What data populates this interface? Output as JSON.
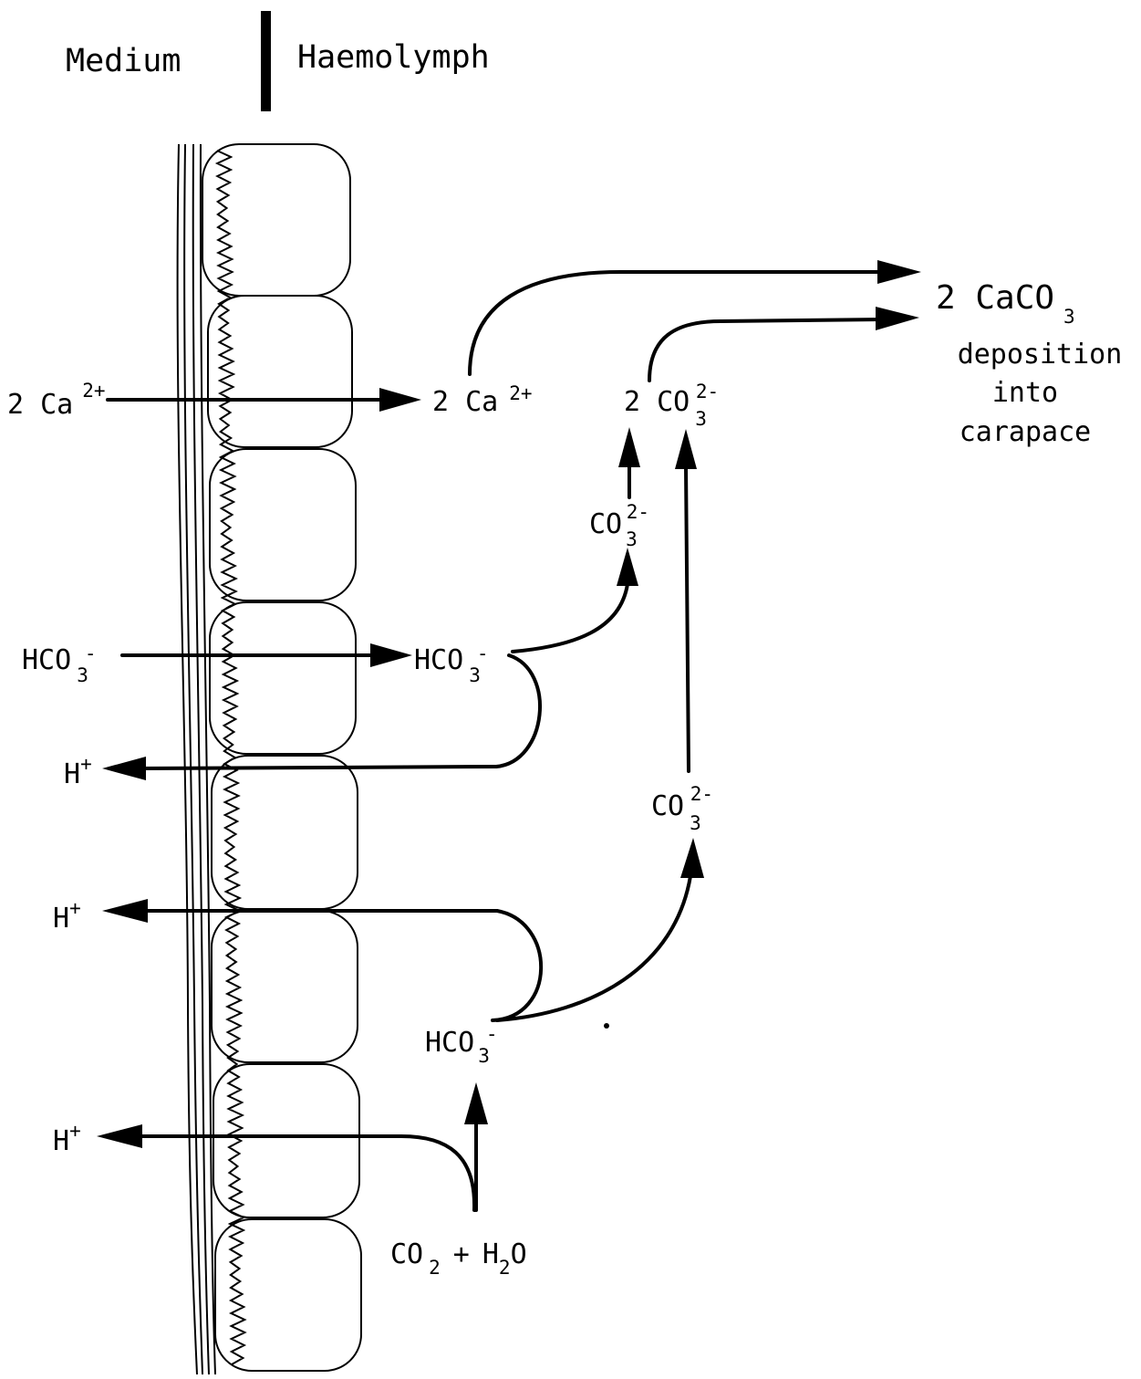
{
  "header": {
    "left_label": "Medium",
    "right_label": "Haemolymph"
  },
  "labels": {
    "ca_medium": {
      "coef": "2 Ca",
      "sup": "2+"
    },
    "ca_haemolymph": {
      "coef": "2 Ca",
      "sup": "2+"
    },
    "hco3_medium": {
      "base": "HCO",
      "sub": "3",
      "sup": "-"
    },
    "hco3_haemolymph": {
      "base": "HCO",
      "sub": "3",
      "sup": "-"
    },
    "h_plus_1": {
      "base": "H",
      "sup": "+"
    },
    "h_plus_2": {
      "base": "H",
      "sup": "+"
    },
    "h_plus_3": {
      "base": "H",
      "sup": "+"
    },
    "co3_upper": {
      "base": "CO",
      "sub": "3",
      "sup": "2-"
    },
    "co3_lower": {
      "base": "CO",
      "sub": "3",
      "sup": "2-"
    },
    "co3_combined": {
      "base": "2 CO",
      "sub": "3",
      "sup": "2-"
    },
    "hco3_bottom": {
      "base": "HCO",
      "sub": "3",
      "sup": "-"
    },
    "co2_h2o": {
      "a": "CO",
      "a_sub": "2",
      "plus": "+",
      "b": "H",
      "b_sub": "2",
      "c": "O"
    },
    "caco3": {
      "base": "2 CaCO",
      "sub": "3"
    },
    "caption": [
      "deposition",
      "into",
      "carapace"
    ]
  }
}
